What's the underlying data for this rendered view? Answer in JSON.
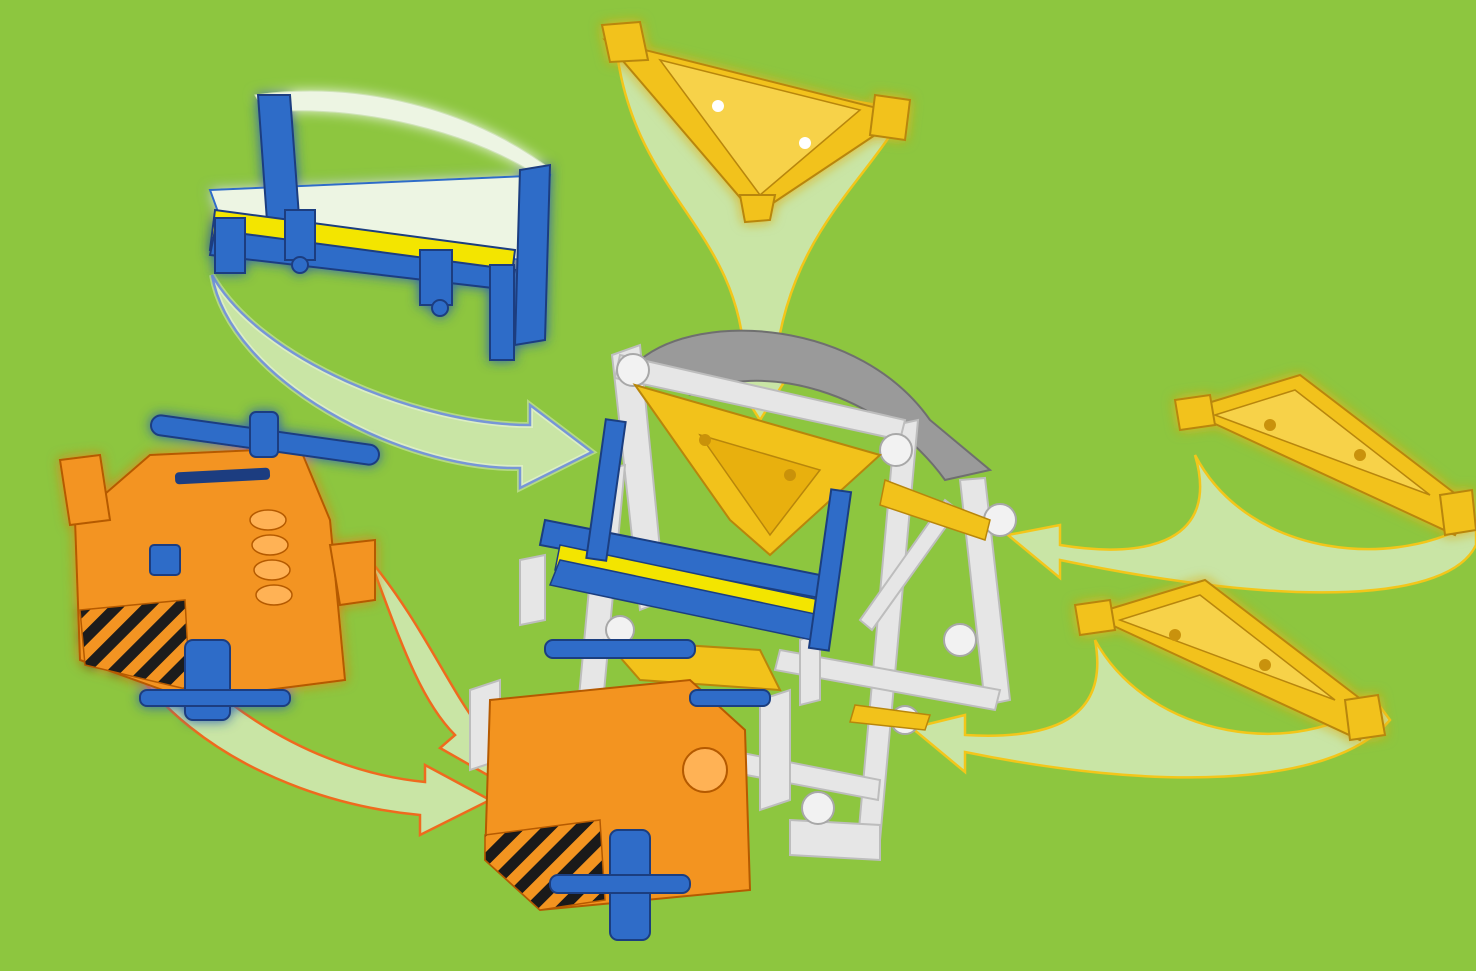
{
  "diagram": {
    "background_color": "#8DC63F",
    "colors": {
      "blue_part": "#2F6CC8",
      "yellow_part": "#F2C21B",
      "orange_part": "#F39420",
      "white_frame": "#E6E6E6",
      "gray_arc": "#9A9A9A",
      "stripe_yellow": "#F3E500",
      "blue_arrow": "#2E5FC0",
      "orange_arrow": "#EF6A1E",
      "yellow_arrow": "#F3C61A"
    },
    "parts": [
      {
        "name": "blue-bumper-part",
        "color": "blue"
      },
      {
        "name": "yellow-triangle-top-part",
        "color": "yellow"
      },
      {
        "name": "orange-motor-part",
        "color": "orange"
      },
      {
        "name": "yellow-triangle-right-upper-part",
        "color": "yellow"
      },
      {
        "name": "yellow-triangle-right-lower-part",
        "color": "yellow"
      }
    ],
    "arrows": [
      {
        "name": "blue-assembly-arrow",
        "color": "blue"
      },
      {
        "name": "yellow-top-assembly-arrow",
        "color": "yellow"
      },
      {
        "name": "orange-assembly-arrow",
        "color": "orange"
      },
      {
        "name": "yellow-right-upper-assembly-arrow",
        "color": "yellow"
      },
      {
        "name": "yellow-right-lower-assembly-arrow",
        "color": "yellow"
      }
    ]
  }
}
